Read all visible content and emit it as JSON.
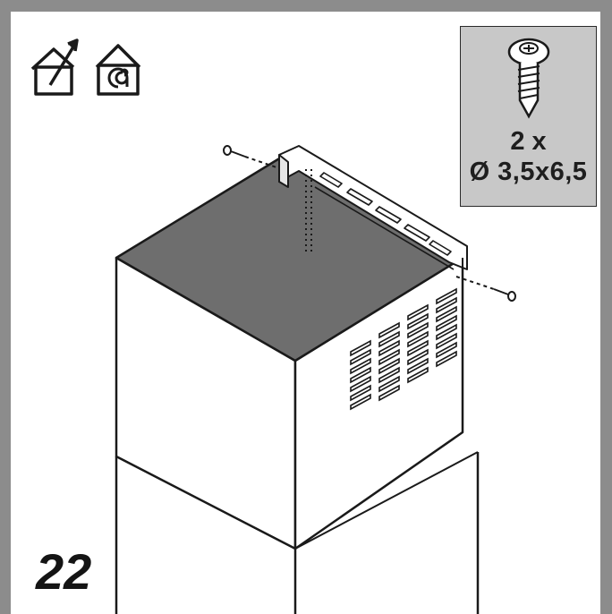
{
  "step_number": "22",
  "screw_callout": {
    "quantity": "2 x",
    "dimension": "Ø 3,5x6,5"
  },
  "icons": [
    "exhaust-mode-house-icon",
    "recirculation-mode-house-icon"
  ],
  "colors": {
    "frame": "#8c8c8c",
    "callout_bg": "#c8c8c8",
    "top_face": "#6e6e6e",
    "line": "#1a1a1a"
  }
}
